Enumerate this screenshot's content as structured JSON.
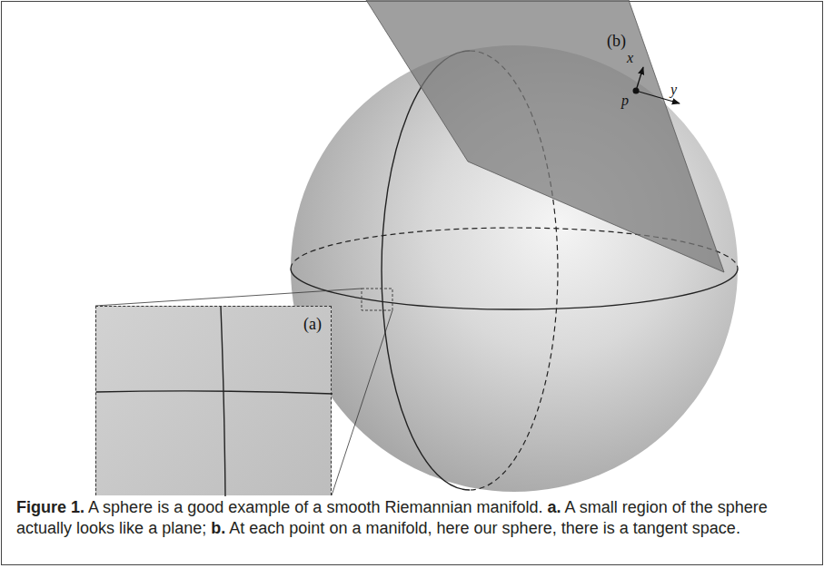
{
  "diagram": {
    "caption": "Figure 1. A sphere is a good example of a smooth Riemannian manifold. a. A small region of the sphere actually looks like a plane; b. At each point on a manifold, here our sphere, there is a tangent space.",
    "nodes": [
      {
        "text": [
          "(b)"
        ]
      },
      {
        "text": [
          "(a)"
        ]
      }
    ],
    "labels": [
      "x",
      "p",
      "y"
    ]
  }
}
